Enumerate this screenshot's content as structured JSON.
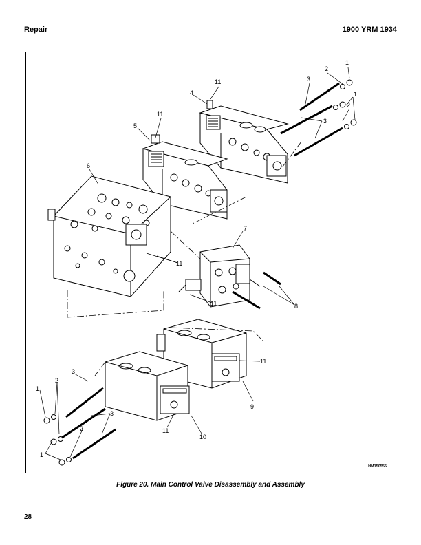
{
  "header": {
    "section": "Repair",
    "doc_code": "1900 YRM 1934"
  },
  "figure": {
    "id": "HM150555",
    "caption": "Figure 20. Main Control Valve Disassembly and Assembly",
    "callouts": {
      "c1a": "1",
      "c2a": "2",
      "c3a": "3",
      "c1b": "1",
      "c2b": "2",
      "c3b": "3",
      "c4": "4",
      "c11a": "11",
      "c11b": "11",
      "c5": "5",
      "c6": "6",
      "c7": "7",
      "c11c": "11",
      "c11d": "11",
      "c8": "8",
      "c11e": "11",
      "c9": "9",
      "c3c": "3",
      "c2c": "2",
      "c1c": "1",
      "c3d": "3",
      "c2d": "2",
      "c1d": "1",
      "c11f": "11",
      "c10": "10"
    }
  },
  "page_number": "28"
}
